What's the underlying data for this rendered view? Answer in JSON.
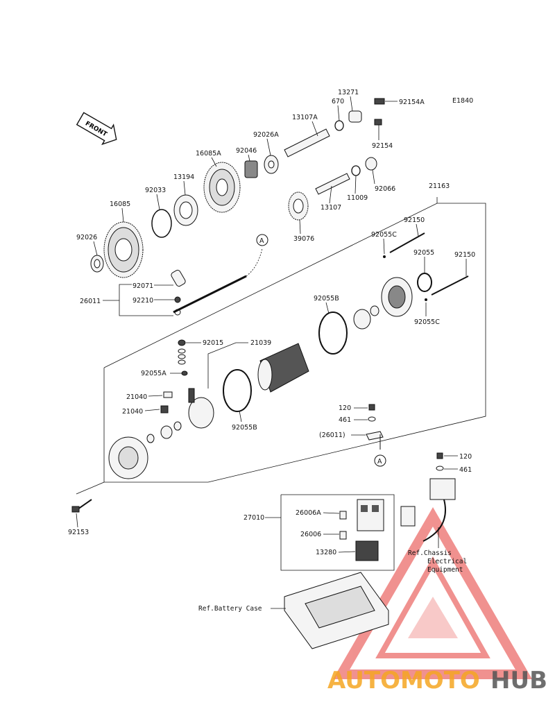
{
  "diagram_code": "E1840",
  "front_label": "FRONT",
  "ref_marker": "A",
  "parts": {
    "p13271": "13271",
    "p670": "670",
    "p92154A": "92154A",
    "p13107A": "13107A",
    "p92154": "92154",
    "p92026A": "92026A",
    "p92046": "92046",
    "p16085A": "16085A",
    "p13194": "13194",
    "p92033": "92033",
    "p16085": "16085",
    "p92026": "92026",
    "p92066": "92066",
    "p11009": "11009",
    "p13107": "13107",
    "p39076": "39076",
    "p21163": "21163",
    "p92150a": "92150",
    "p92055C_top": "92055C",
    "p92055": "92055",
    "p92150b": "92150",
    "p92055C_bot": "92055C",
    "p92055B_top": "92055B",
    "p92071": "92071",
    "p26011": "26011",
    "p92210": "92210",
    "p92015": "92015",
    "p21039": "21039",
    "p92055A": "92055A",
    "p21040a": "21040",
    "p21040b": "21040",
    "p92055B_bot": "92055B",
    "p92153": "92153",
    "p120a": "120",
    "p461a": "461",
    "p26011ref": "(26011)",
    "p120b": "120",
    "p461b": "461",
    "p27010": "27010",
    "p26006A": "26006A",
    "p26006": "26006",
    "p13280": "13280"
  },
  "refs": {
    "chassis_line1": "Ref.Chassis",
    "chassis_line2": "Electrical",
    "chassis_line3": "Equipment",
    "battery_case": "Ref.Battery Case"
  },
  "watermark": {
    "part1": "AUTOMOTO",
    "part2": "HUB",
    "color1": "#f5a623",
    "color2": "#555555",
    "triangle_color": "#e53935"
  }
}
